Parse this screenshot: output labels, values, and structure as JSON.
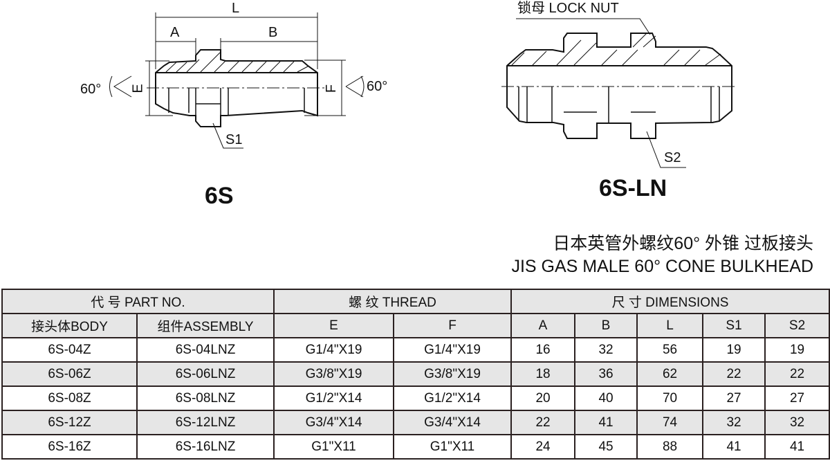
{
  "drawing_6s": {
    "label": "6S",
    "dim_L": "L",
    "dim_A": "A",
    "dim_B": "B",
    "dim_E": "E",
    "dim_F": "F",
    "angle_left": "60°",
    "angle_right": "60°",
    "hex": "S1"
  },
  "drawing_6sln": {
    "label": "6S-LN",
    "lock_nut": "锁母 LOCK NUT",
    "hex": "S2"
  },
  "title": {
    "cn": "日本英管外螺纹60° 外锥 过板接头",
    "en": "JIS GAS MALE 60° CONE BULKHEAD"
  },
  "table": {
    "group_headers": [
      "代 号 PART NO.",
      "螺 纹 THREAD",
      "尺 寸  DIMENSIONS"
    ],
    "columns": [
      "接头体BODY",
      "组件ASSEMBLY",
      "E",
      "F",
      "A",
      "B",
      "L",
      "S1",
      "S2"
    ],
    "rows": [
      [
        "6S-04Z",
        "6S-04LNZ",
        "G1/4\"X19",
        "G1/4\"X19",
        "16",
        "32",
        "56",
        "19",
        "19"
      ],
      [
        "6S-06Z",
        "6S-06LNZ",
        "G3/8\"X19",
        "G3/8\"X19",
        "18",
        "36",
        "62",
        "22",
        "22"
      ],
      [
        "6S-08Z",
        "6S-08LNZ",
        "G1/2\"X14",
        "G1/2\"X14",
        "20",
        "40",
        "70",
        "27",
        "27"
      ],
      [
        "6S-12Z",
        "6S-12LNZ",
        "G3/4\"X14",
        "G3/4\"X14",
        "22",
        "41",
        "74",
        "32",
        "32"
      ],
      [
        "6S-16Z",
        "6S-16LNZ",
        "G1\"X11",
        "G1\"X11",
        "24",
        "45",
        "88",
        "41",
        "41"
      ]
    ]
  }
}
